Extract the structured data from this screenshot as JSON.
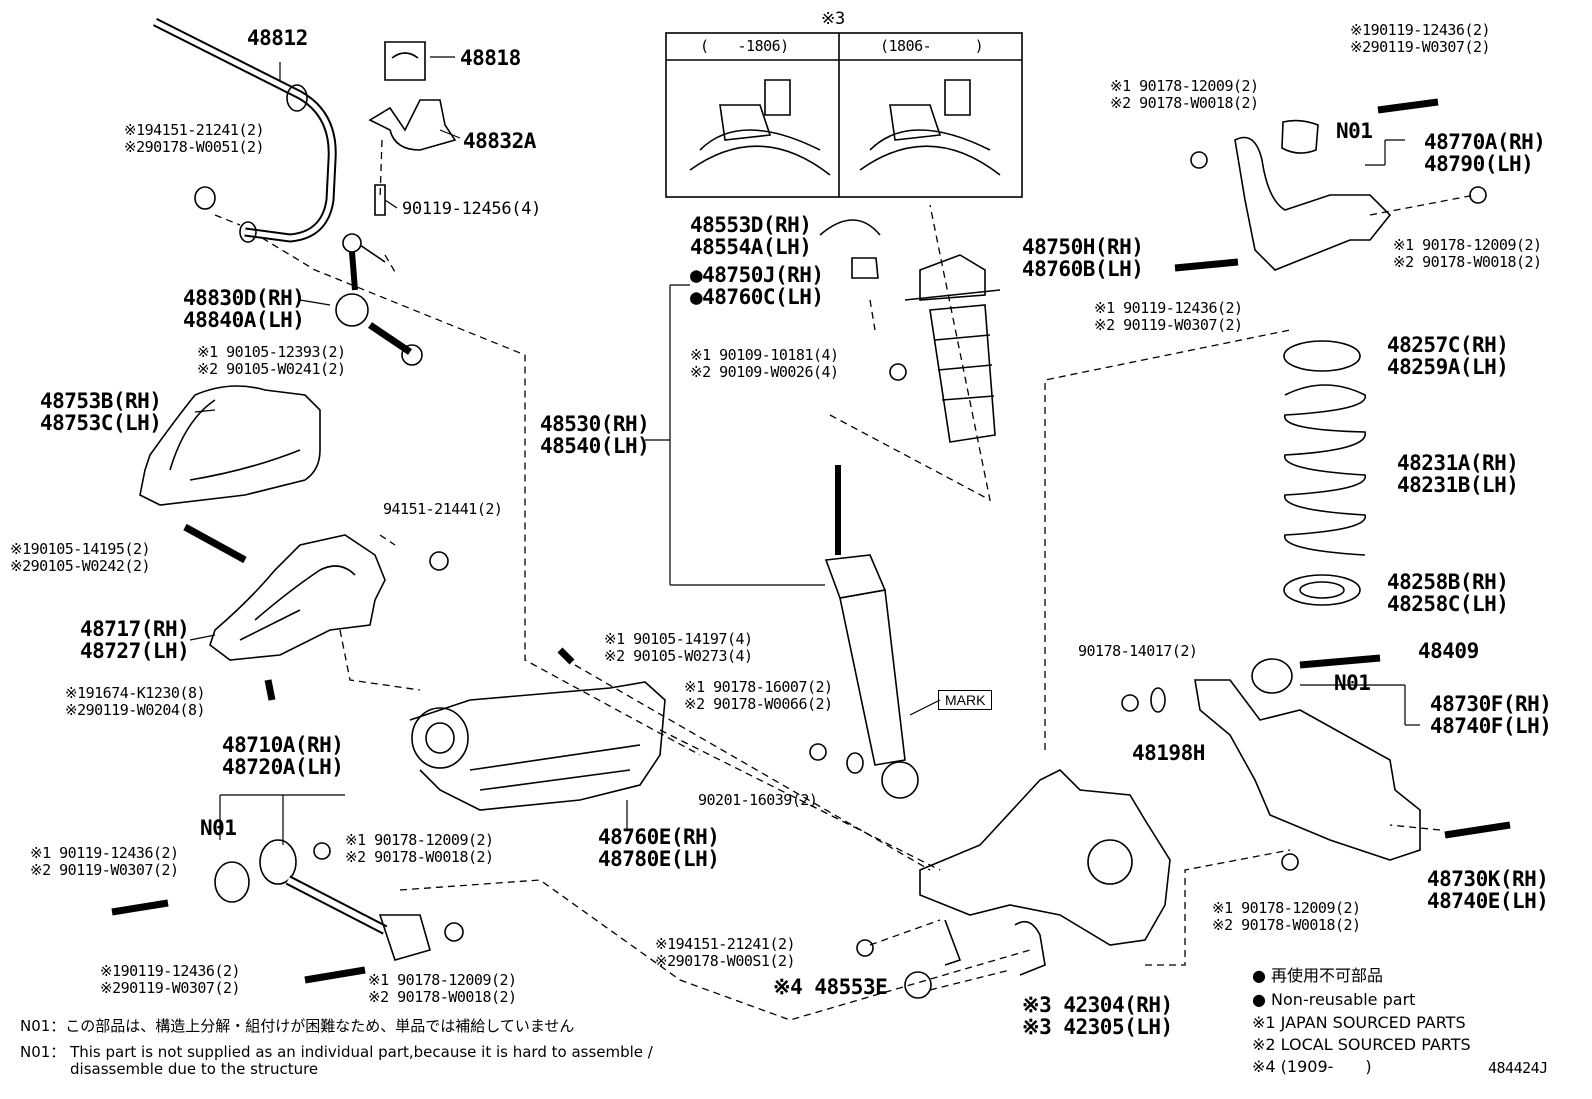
{
  "inset": {
    "title": "※3",
    "left_header": "(　　-1806)",
    "right_header": "(1806-　　　)"
  },
  "labels": {
    "p48812": "48812",
    "p48818": "48818",
    "p48832a": "48832A",
    "stab_bolt_ref": [
      "※194151-21241(2)",
      "※290178-W0051(2)"
    ],
    "p90119_12456": "90119-12456(4)",
    "p48830": [
      "48830D(RH)",
      "48840A(LH)"
    ],
    "link_bolt": [
      "※1 90105-12393(2)",
      "※2 90105-W0241(2)"
    ],
    "p48753": [
      "48753B(RH)",
      "48753C(LH)"
    ],
    "p94151_21441": "94151-21441(2)",
    "sub_bolt": [
      "※190105-14195(2)",
      "※290105-W0242(2)"
    ],
    "p48717": [
      "48717(RH)",
      "48727(LH)"
    ],
    "sub_screw": [
      "※191674-K1230(8)",
      "※290119-W0204(8)"
    ],
    "p48710": [
      "48710A(RH)",
      "48720A(LH)"
    ],
    "n01_left": "N01",
    "lower_bolt_a": [
      "※1 90119-12436(2)",
      "※2 90119-W0307(2)"
    ],
    "lower_nut_a": [
      "※1 90178-12009(2)",
      "※2 90178-W0018(2)"
    ],
    "lower_bolt_b": [
      "※190119-12436(2)",
      "※290119-W0307(2)"
    ],
    "lower_nut_b": [
      "※1 90178-12009(2)",
      "※2 90178-W0018(2)"
    ],
    "p48553d": [
      "48553D(RH)",
      "48554A(LH)"
    ],
    "p48750j": [
      "●48750J(RH)",
      "●48760C(LH)"
    ],
    "p48530": [
      "48530(RH)",
      "48540(LH)"
    ],
    "p48750h": [
      "48750H(RH)",
      "48760B(LH)"
    ],
    "mount_bolt": [
      "※1 90109-10181(4)",
      "※2 90109-W0026(4)"
    ],
    "arm_bolt": [
      "※1 90105-14197(4)",
      "※2 90105-W0273(4)"
    ],
    "shock_nut": [
      "※1 90178-16007(2)",
      "※2 90178-W0066(2)"
    ],
    "mark": "MARK",
    "p90201": "90201-16039(2)",
    "p48760e": [
      "48760E(RH)",
      "48780E(LH)"
    ],
    "knuckle_nut": [
      "※194151-21241(2)",
      "※290178-W00S1(2)"
    ],
    "p48553e": "※4 48553E",
    "p42304": [
      "※3 42304(RH)",
      "※3 42305(LH)"
    ],
    "upper_bolt_top": [
      "※190119-12436(2)",
      "※290119-W0307(2)"
    ],
    "upper_nut_left": [
      "※1 90178-12009(2)",
      "※2 90178-W0018(2)"
    ],
    "n01_upper": "N01",
    "p48770a": [
      "48770A(RH)",
      "48790(LH)"
    ],
    "upper_nut_right": [
      "※1 90178-12009(2)",
      "※2 90178-W0018(2)"
    ],
    "upper_bolt_bottom": [
      "※1 90119-12436(2)",
      "※2 90119-W0307(2)"
    ],
    "p48257c": [
      "48257C(RH)",
      "48259A(LH)"
    ],
    "p48231a": [
      "48231A(RH)",
      "48231B(LH)"
    ],
    "p48258b": [
      "48258B(RH)",
      "48258C(LH)"
    ],
    "p90178_14017": "90178-14017(2)",
    "p48409": "48409",
    "n01_right": "N01",
    "p48198h": "48198H",
    "p48730f": [
      "48730F(RH)",
      "48740F(LH)"
    ],
    "right_nut": [
      "※1 90178-12009(2)",
      "※2 90178-W0018(2)"
    ],
    "p48730k": [
      "48730K(RH)",
      "48740E(LH)"
    ]
  },
  "notes": {
    "n01_jp": "N01：この部品は、構造上分解・組付けが困難なため、単品では補給していません",
    "n01_en_1": "N01： This part is not supplied as an individual part,because it is hard to assemble /",
    "n01_en_2": "disassemble due to the structure"
  },
  "legend": {
    "item1": "● 再使用不可部品",
    "item2": "● Non-reusable part",
    "item3": "※1 JAPAN SOURCED PARTS",
    "item4": "※2 LOCAL SOURCED PARTS",
    "item5": "※4 (1909-　　)"
  },
  "diagram_id": "484424J"
}
